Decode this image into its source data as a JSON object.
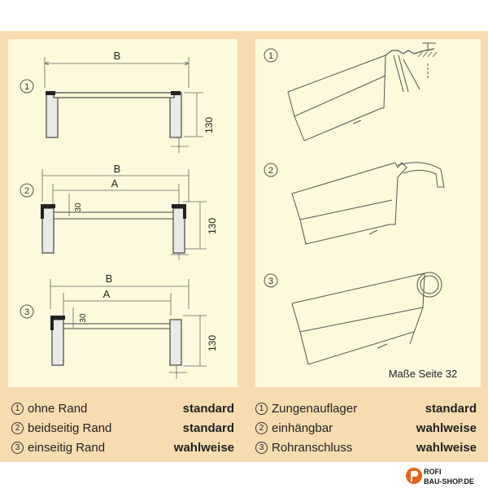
{
  "left_panel": {
    "num1": "1",
    "num2": "2",
    "num3": "3",
    "dim_b1": "B",
    "dim_h1": "130",
    "dim_b2": "B",
    "dim_a2": "A",
    "dim_30_2": "30",
    "dim_h2": "130",
    "dim_b3": "B",
    "dim_a3": "A",
    "dim_30_3": "30",
    "dim_h3": "130"
  },
  "right_panel": {
    "num1": "1",
    "num2": "2",
    "num3": "3",
    "note": "Maße Seite 32"
  },
  "legend_left": [
    {
      "num": "1",
      "label": "ohne Rand",
      "value": "standard"
    },
    {
      "num": "2",
      "label": "beidseitig Rand",
      "value": "standard"
    },
    {
      "num": "3",
      "label": "einseitig Rand",
      "value": "wahlweise"
    }
  ],
  "legend_right": [
    {
      "num": "1",
      "label": "Zungenauflager",
      "value": "standard"
    },
    {
      "num": "2",
      "label": "einhängbar",
      "value": "wahlweise"
    },
    {
      "num": "3",
      "label": "Rohranschluss",
      "value": "wahlweise"
    }
  ],
  "logo": {
    "line1": "ROFI",
    "line2": "BAU-SHOP.DE",
    "colors": {
      "accent": "#e8641b",
      "dark": "#1a1a1a"
    }
  },
  "colors": {
    "frame": "#f7dcb0",
    "panel": "#fdf9dc",
    "line": "#555555"
  }
}
